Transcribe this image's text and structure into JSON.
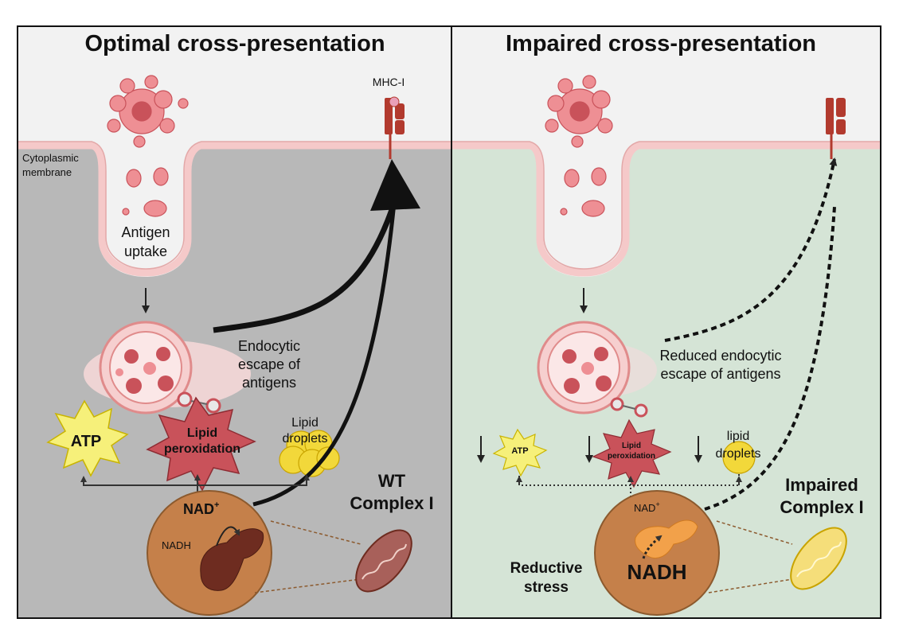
{
  "left_panel": {
    "title": "Optimal cross-presentation",
    "mhc_label": "MHC-I",
    "membrane_label_1": "Cytoplasmic",
    "membrane_label_2": "membrane",
    "uptake_label_1": "Antigen",
    "uptake_label_2": "uptake",
    "escape_label_1": "Endocytic",
    "escape_label_2": "escape of",
    "escape_label_3": "antigens",
    "atp_label": "ATP",
    "lipid_perox_label_1": "Lipid",
    "lipid_perox_label_2": "peroxidation",
    "lipid_droplets_label_1": "Lipid",
    "lipid_droplets_label_2": "droplets",
    "nad_label": "NAD",
    "nad_superscript": "+",
    "nadh_label": "NADH",
    "complex_label_1": "WT",
    "complex_label_2": "Complex I"
  },
  "right_panel": {
    "title": "Impaired cross-presentation",
    "escape_label_1": "Reduced endocytic",
    "escape_label_2": "escape of antigens",
    "atp_label": "ATP",
    "lipid_perox_label_1": "Lipid",
    "lipid_perox_label_2": "peroxidation",
    "lipid_droplets_label_1": "lipid",
    "lipid_droplets_label_2": "droplets",
    "nad_label": "NAD",
    "nad_superscript": "+",
    "nadh_label": "NADH",
    "stress_label_1": "Reductive",
    "stress_label_2": "stress",
    "complex_label_1": "Impaired",
    "complex_label_2": "Complex I"
  },
  "colors": {
    "left_cytoplasm": "#b8b8b8",
    "right_cytoplasm": "#d5e4d6",
    "extracellular": "#f2f2f2",
    "membrane": "#f5c9c9",
    "mhc": "#b23a2e",
    "antigen": "#ee8f94",
    "mito_circle": "#c5804a",
    "star": "#c9525a",
    "atp_star": "#f6f07a",
    "droplet": "#f2d83a"
  }
}
